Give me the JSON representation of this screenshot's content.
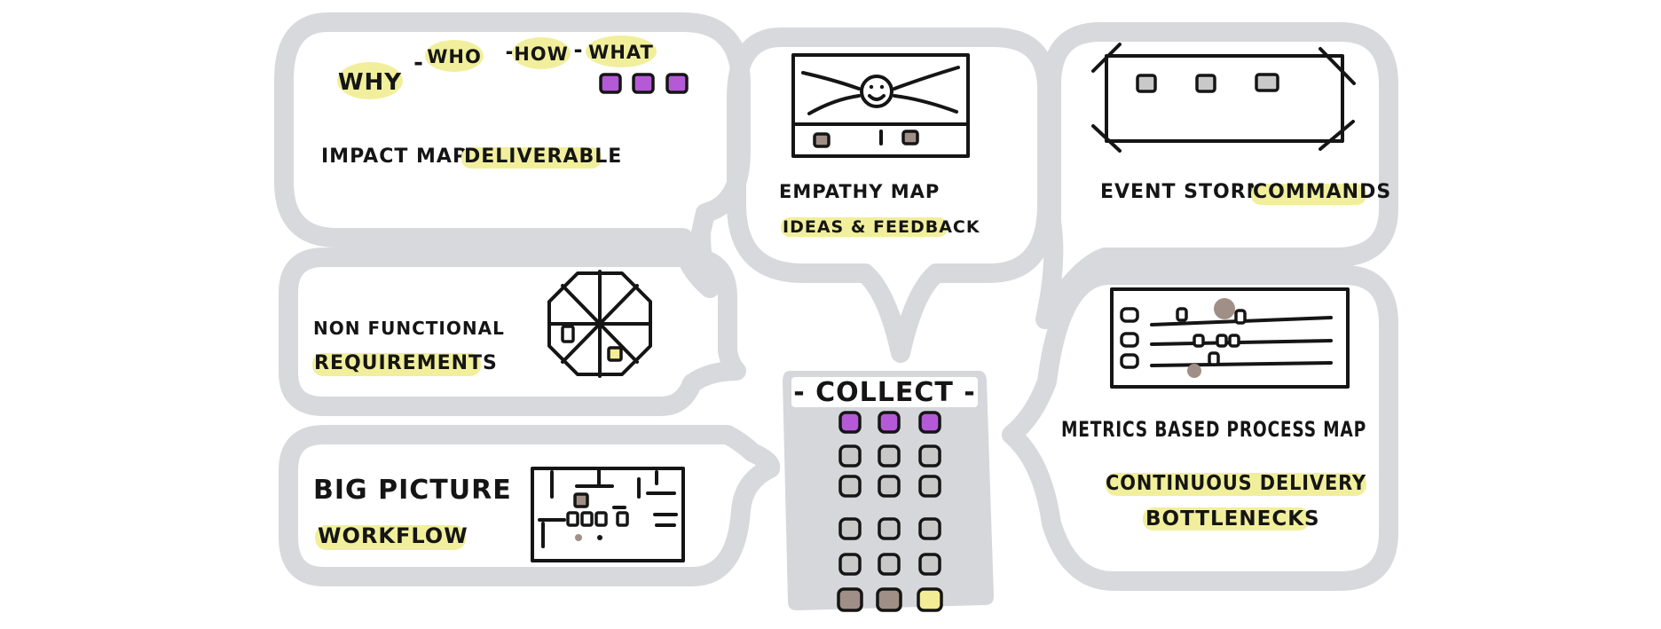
{
  "colors": {
    "bubble": "#d8d9dc",
    "highlight": "#f1ef9c",
    "ink": "#151515",
    "purple": "#b55ad6",
    "brown": "#a08f86",
    "grey": "#c9c9c9",
    "yellow": "#f3ec96"
  },
  "impact_map": {
    "why": "WHY",
    "who": "WHO",
    "how": "HOW",
    "what": "WHAT",
    "dash": "-",
    "title": "IMPACT MAP",
    "output": "DELIVERABLE"
  },
  "empathy_map": {
    "title": "EMPATHY MAP",
    "output": "IDEAS & FEEDBACK",
    "face_icon": "smiley-face"
  },
  "event_storm": {
    "title": "EVENT STORM",
    "output": "COMMANDS"
  },
  "non_functional": {
    "line1": "NON FUNCTIONAL",
    "line2": "REQUIREMENTS",
    "icon": "octagon-wheel"
  },
  "big_picture": {
    "line1": "BIG PICTURE",
    "line2": "WORKFLOW"
  },
  "metrics_map": {
    "title": "METRICS BASED PROCESS MAP",
    "line1": "CONTINUOUS DELIVERY",
    "line2": "BOTTLENECKS"
  },
  "collect": {
    "title": "- COLLECT -",
    "grid": [
      [
        "purple",
        "purple",
        "purple"
      ],
      [
        "grey",
        "grey",
        "grey"
      ],
      [
        "grey",
        "grey",
        "grey"
      ],
      [
        "grey",
        "grey",
        "grey"
      ],
      [
        "grey",
        "grey",
        "grey"
      ],
      [
        "brown",
        "brown",
        "yellow"
      ]
    ]
  }
}
